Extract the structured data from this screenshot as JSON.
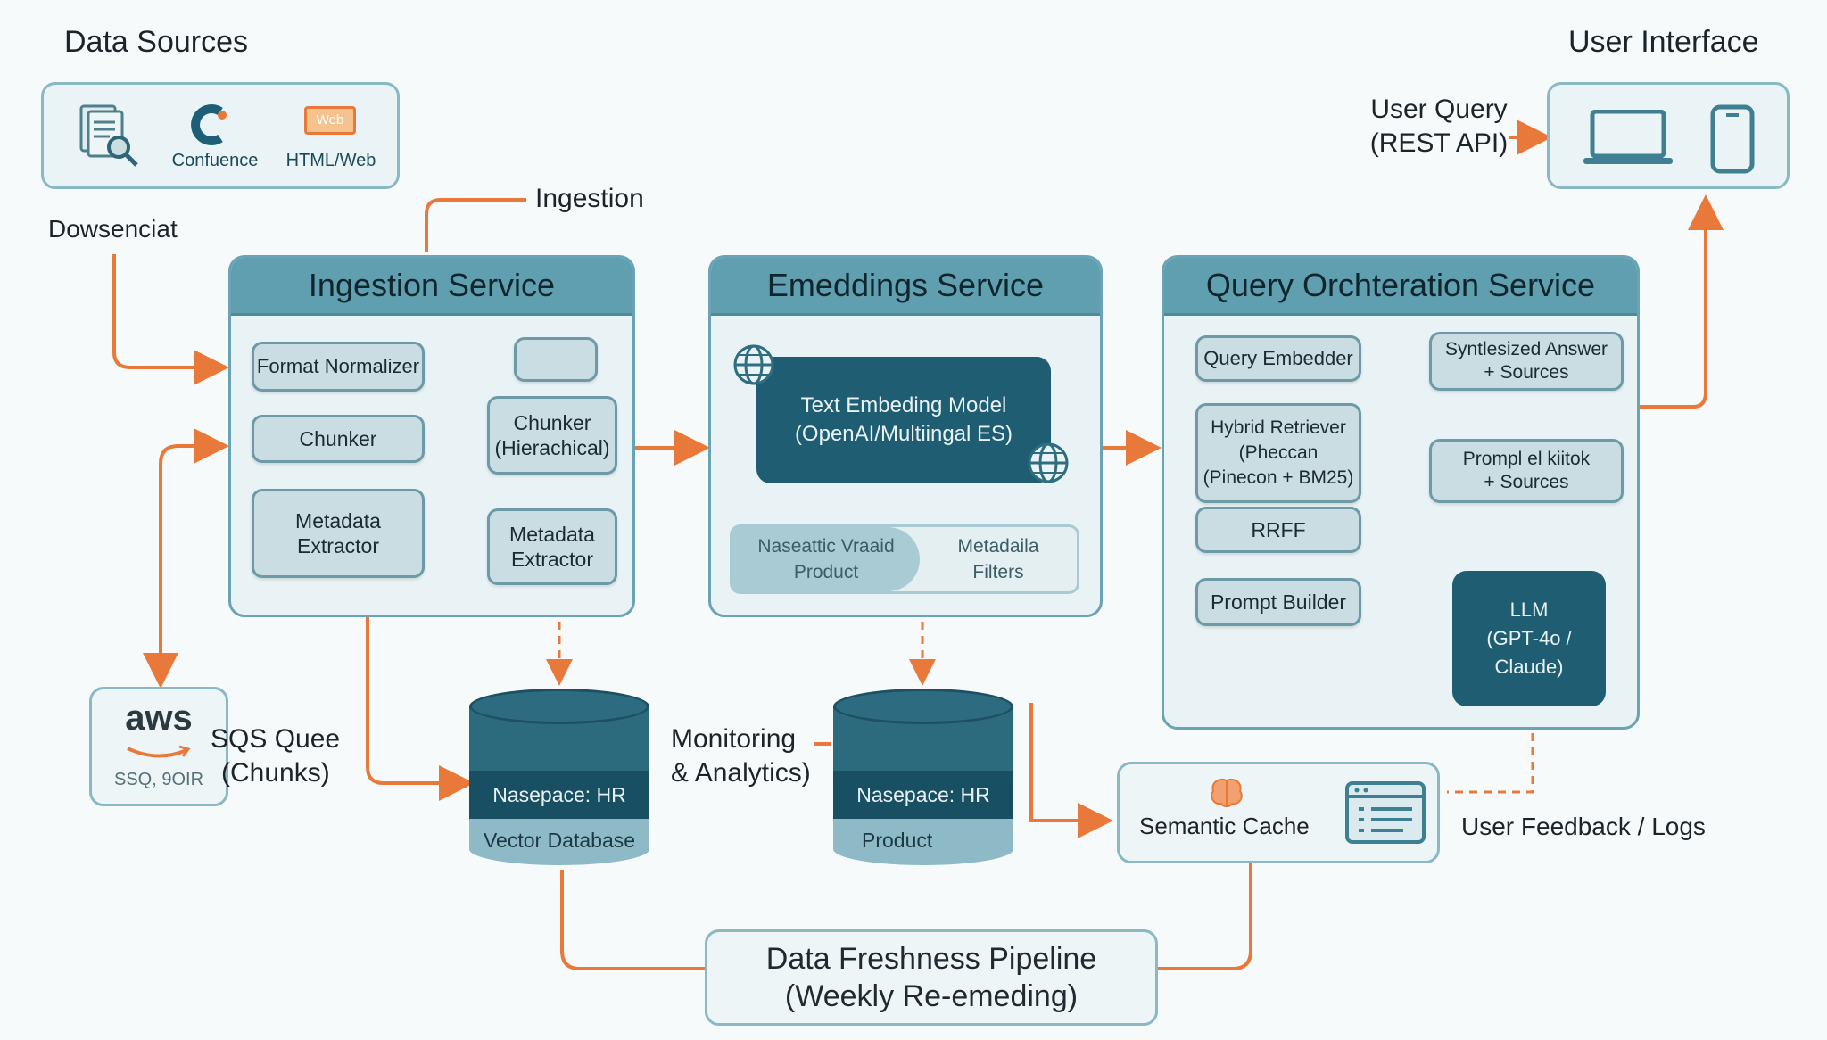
{
  "headings": {
    "data_sources": "Data Sources",
    "user_interface": "User Interface"
  },
  "data_sources": {
    "items": [
      {
        "icon": "document-search-icon",
        "label": ""
      },
      {
        "icon": "confluence-icon",
        "label": "Confuence"
      },
      {
        "icon": "web-icon",
        "label": "HTML/Web",
        "badge": "Web"
      }
    ]
  },
  "labels": {
    "dowsenciat": "Dowsenciat",
    "ingestion": "Ingestion",
    "user_query_line1": "User Query",
    "user_query_line2": "(REST API)",
    "sqs_line1": "SQS Quee",
    "sqs_line2": "(Chunks)",
    "monitoring_line1": "Monitoring",
    "monitoring_line2": "& Analytics)",
    "user_feedback": "User Feedback / Logs"
  },
  "aws": {
    "logo": "aws",
    "caption": "SSQ, 9OIR"
  },
  "ingestion_service": {
    "title": "Ingestion Service",
    "format_normalizer": "Format Normalizer",
    "chunker": "Chunker",
    "metadata_extractor_left": [
      "Metadata",
      "Extractor"
    ],
    "chunker_hier": [
      "Chunker",
      "(Hierachical)"
    ],
    "metadata_extractor_right": [
      "Metadata",
      "Extractor"
    ]
  },
  "embeddings_service": {
    "title": "Emeddings Service",
    "model": [
      "Text Embeding Model",
      "(OpenAI/Multiingal ES)"
    ],
    "namespace_tab": [
      "Naseattic Vraaid",
      "Product"
    ],
    "metadata_tab": [
      "Metadaila",
      "Filters"
    ]
  },
  "query_service": {
    "title": "Query Orchteration Service",
    "query_embedder": "Query Embedder",
    "hybrid_retriever": [
      "Hybrid Retriever",
      "(Pheccan",
      "(Pinecon + BM25)"
    ],
    "rrff": "RRFF",
    "prompt_builder": "Prompt Builder",
    "synthesized": [
      "Syntlesized Answer",
      "+ Sources"
    ],
    "prompt_kit": [
      "Prompl el kiitok",
      "+ Sources"
    ],
    "llm": [
      "LLM",
      "(GPT-4o / Claude)"
    ]
  },
  "databases": [
    {
      "namespace": "Nasepace: HR",
      "label": "Vector Database"
    },
    {
      "namespace": "Nasepace: HR",
      "label": "Product"
    }
  ],
  "semantic_cache": {
    "label": "Semantic Cache"
  },
  "freshness": {
    "line1": "Data Freshness Pipeline",
    "line2": "(Weekly Re-emeding)"
  },
  "colors": {
    "accent_orange": "#e8793a",
    "service_header": "#5f9fb0",
    "dark_teal": "#1f5d72"
  }
}
